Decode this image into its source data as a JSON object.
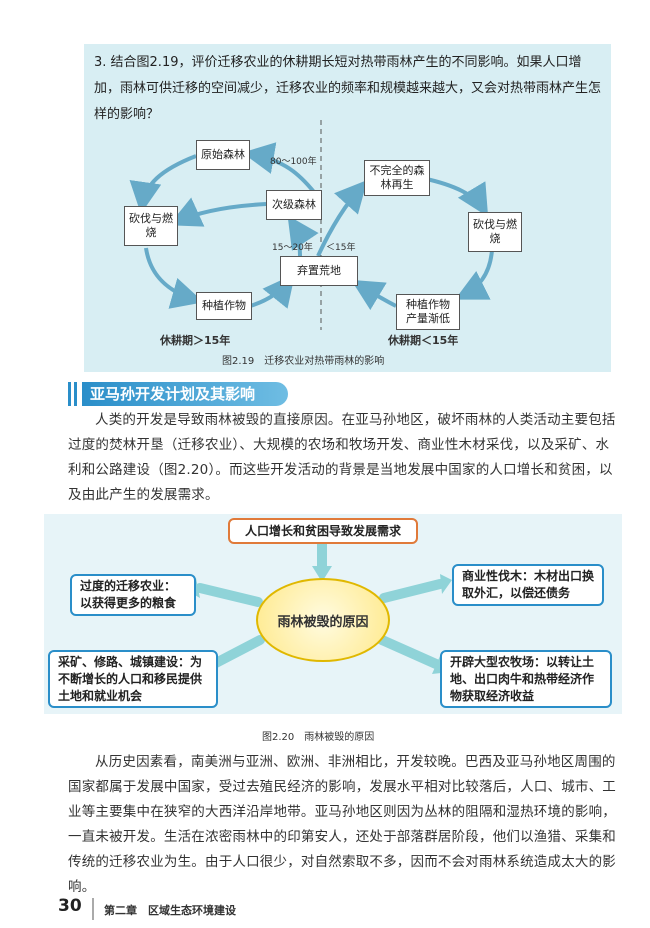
{
  "question": {
    "text": "3. 结合图2.19，评价迁移农业的休耕期长短对热带雨林产生的不同影响。如果人口增加，雨林可供迁移的空间减少，迁移农业的频率和规模越来越大，又会对热带雨林产生怎样的影响？"
  },
  "fig219": {
    "left_cycle": {
      "primary_forest": "原始森林",
      "secondary_forest": "次级森林",
      "cut_burn": "砍伐与燃烧",
      "plant_crops": "种植作物",
      "years_long": "80～100年",
      "years_mid": "15～20年",
      "fallow_label": "休耕期＞15年"
    },
    "center": {
      "abandoned": "弃置荒地",
      "years_short": "＜15年"
    },
    "right_cycle": {
      "incomplete_regrowth": "不完全的森林再生",
      "cut_burn": "砍伐与燃烧",
      "crops_low": "种植作物产量渐低",
      "fallow_label": "休耕期＜15年"
    },
    "caption": "图2.19　迁移农业对热带雨林的影响"
  },
  "section": {
    "title": "亚马孙开发计划及其影响"
  },
  "para1": "人类的开发是导致雨林被毁的直接原因。在亚马孙地区，破坏雨林的人类活动主要包括过度的焚林开垦（迁移农业）、大规模的农场和牧场开发、商业性木材采伐，以及采矿、水利和公路建设（图2.20）。而这些开发活动的背景是当地发展中国家的人口增长和贫困，以及由此产生的发展需求。",
  "fig220": {
    "top": "人口增长和贫困导致发展需求",
    "center": "雨林被毁的原因",
    "tl": "过度的迁移农业：以获得更多的粮食",
    "tr": "商业性伐木：木材出口换取外汇，以偿还债务",
    "bl": "采矿、修路、城镇建设：为不断增长的人口和移民提供土地和就业机会",
    "br": "开辟大型农牧场：以转让土地、出口肉牛和热带经济作物获取经济收益",
    "caption": "图2.20　雨林被毁的原因"
  },
  "para2": "从历史因素看，南美洲与亚洲、欧洲、非洲相比，开发较晚。巴西及亚马孙地区周围的国家都属于发展中国家，受过去殖民经济的影响，发展水平相对比较落后，人口、城市、工业等主要集中在狭窄的大西洋沿岸地带。亚马孙地区则因为丛林的阻隔和湿热环境的影响，一直未被开发。生活在浓密雨林中的印第安人，还处于部落群居阶段，他们以渔猎、采集和传统的迁移农业为生。由于人口很少，对自然索取不多，因而不会对雨林系统造成太大的影响。",
  "footer": {
    "page_number": "30",
    "chapter": "第二章　区域生态环境建设"
  },
  "colors": {
    "panel": "#d8eef3",
    "accent": "#2a8ec9",
    "fig_bg": "#e7f4f8"
  }
}
